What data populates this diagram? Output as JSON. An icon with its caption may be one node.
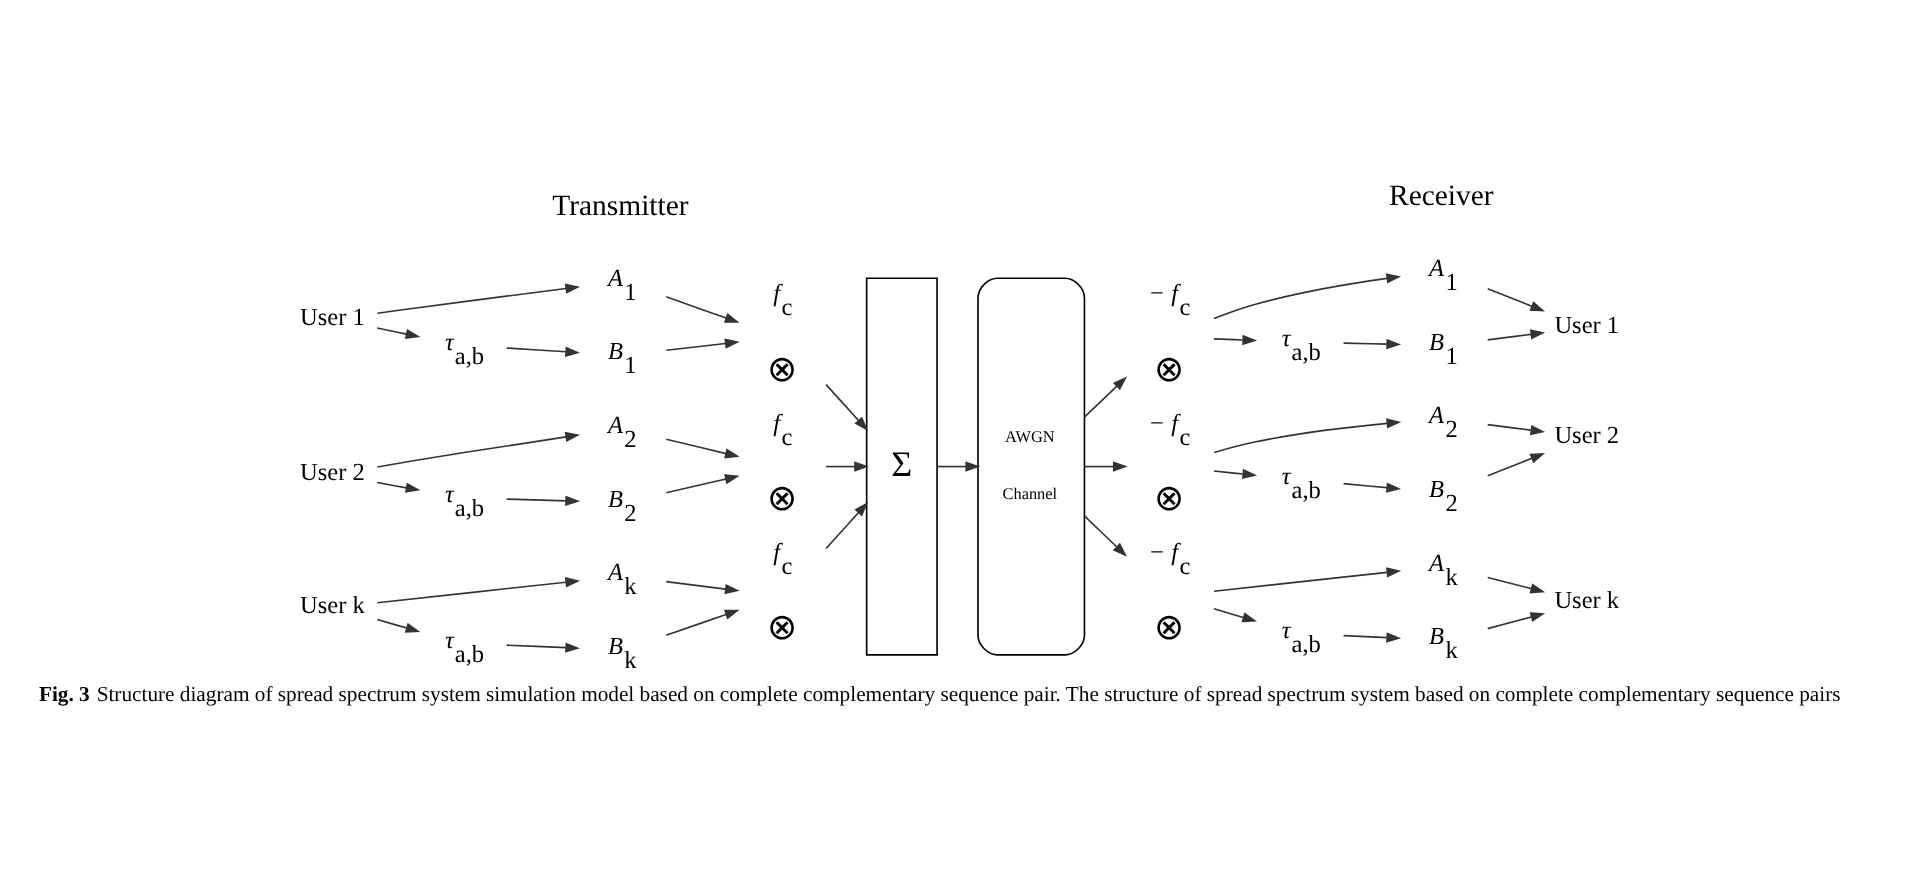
{
  "diagram": {
    "caption": "**Fig. 3** Structure diagram of spread spectrum system simulation model based on complete complementary sequence pair. The structure of spread spectrum system based on complete complementary sequence pairs",
    "nodes": [
      {
        "text": [
          "User 1"
        ]
      },
      {
        "text": [
          "*A*$_{1}$"
        ]
      },
      {
        "text": [
          "*τ*$_{a,b}$"
        ]
      },
      {
        "text": [
          "*B*$_{1}$"
        ]
      },
      {
        "text": [
          "⊗"
        ],
        "beside": [
          "*f*$_{c}$"
        ]
      },
      {
        "text": [
          "User 2"
        ]
      },
      {
        "text": [
          "*A*$_{2}$"
        ]
      },
      {
        "text": [
          "*τ*$_{a,b}$"
        ]
      },
      {
        "text": [
          "*B*$_{2}$"
        ]
      },
      {
        "text": [
          "⊗"
        ],
        "beside": [
          "*f*$_{c}$"
        ]
      },
      {
        "text": [
          "User k"
        ]
      },
      {
        "text": [
          "*A*$_{k}$"
        ]
      },
      {
        "text": [
          "*τ*$_{a,b}$"
        ]
      },
      {
        "text": [
          "*B*$_{k}$"
        ]
      },
      {
        "text": [
          "⊗"
        ],
        "beside": [
          "*f*$_{c}$"
        ]
      },
      {
        "text": [
          "Σ"
        ]
      },
      {
        "text": [
          "AWGN Channel"
        ]
      },
      {
        "text": [
          "⊗"
        ],
        "beside": [
          "− *f*$_{c}$"
        ]
      },
      {
        "text": [
          "*A*$_{1}$"
        ]
      },
      {
        "text": [
          "*τ*$_{a,b}$"
        ]
      },
      {
        "text": [
          "*B*$_{1}$"
        ]
      },
      {
        "text": [
          "User 1"
        ]
      },
      {
        "text": [
          "⊗"
        ],
        "beside": [
          "− *f*$_{c}$"
        ]
      },
      {
        "text": [
          "*A*$_{2}$"
        ]
      },
      {
        "text": [
          "*τ*$_{a,b}$"
        ]
      },
      {
        "text": [
          "*B*$_{2}$"
        ]
      },
      {
        "text": [
          "User 2"
        ]
      },
      {
        "text": [
          "⊗"
        ],
        "beside": [
          "− *f*$_{c}$"
        ]
      },
      {
        "text": [
          "*A*$_{k}$"
        ]
      },
      {
        "text": [
          "*τ*$_{a,b}$"
        ]
      },
      {
        "text": [
          "*B*$_{k}$"
        ]
      },
      {
        "text": [
          "User k"
        ]
      }
    ],
    "edges": [
      {
        "from": 0,
        "to": 1,
        "arrow": "to"
      },
      {
        "from": 0,
        "to": 2,
        "arrow": "to"
      },
      {
        "from": 2,
        "to": 3,
        "arrow": "to"
      },
      {
        "from": 1,
        "to": 4,
        "arrow": "to"
      },
      {
        "from": 3,
        "to": 4,
        "arrow": "to"
      },
      {
        "from": 4,
        "to": 15,
        "arrow": "to"
      },
      {
        "from": 5,
        "to": 6,
        "arrow": "to"
      },
      {
        "from": 5,
        "to": 7,
        "arrow": "to"
      },
      {
        "from": 7,
        "to": 8,
        "arrow": "to"
      },
      {
        "from": 6,
        "to": 9,
        "arrow": "to"
      },
      {
        "from": 8,
        "to": 9,
        "arrow": "to"
      },
      {
        "from": 9,
        "to": 15,
        "arrow": "to"
      },
      {
        "from": 10,
        "to": 11,
        "arrow": "to"
      },
      {
        "from": 10,
        "to": 12,
        "arrow": "to"
      },
      {
        "from": 12,
        "to": 13,
        "arrow": "to"
      },
      {
        "from": 11,
        "to": 14,
        "arrow": "to"
      },
      {
        "from": 13,
        "to": 14,
        "arrow": "to"
      },
      {
        "from": 14,
        "to": 15,
        "arrow": "to"
      },
      {
        "from": 15,
        "to": 16,
        "arrow": "to"
      },
      {
        "from": 16,
        "to": 17,
        "arrow": "to"
      },
      {
        "from": 17,
        "to": 18,
        "arrow": "to"
      },
      {
        "from": 17,
        "to": 19,
        "arrow": "to"
      },
      {
        "from": 19,
        "to": 20,
        "arrow": "to"
      },
      {
        "from": 18,
        "to": 21,
        "arrow": "to"
      },
      {
        "from": 20,
        "to": 21,
        "arrow": "to"
      },
      {
        "from": 16,
        "to": 22,
        "arrow": "to"
      },
      {
        "from": 22,
        "to": 23,
        "arrow": "to"
      },
      {
        "from": 22,
        "to": 24,
        "arrow": "to"
      },
      {
        "from": 24,
        "to": 25,
        "arrow": "to"
      },
      {
        "from": 23,
        "to": 26,
        "arrow": "to"
      },
      {
        "from": 25,
        "to": 26,
        "arrow": "to"
      },
      {
        "from": 16,
        "to": 27,
        "arrow": "to"
      },
      {
        "from": 27,
        "to": 28,
        "arrow": "to"
      },
      {
        "from": 27,
        "to": 29,
        "arrow": "to"
      },
      {
        "from": 29,
        "to": 30,
        "arrow": "to"
      },
      {
        "from": 28,
        "to": 31,
        "arrow": "to"
      },
      {
        "from": 30,
        "to": 31,
        "arrow": "to"
      }
    ],
    "labels": [
      "Transmitter",
      "Receiver"
    ]
  }
}
